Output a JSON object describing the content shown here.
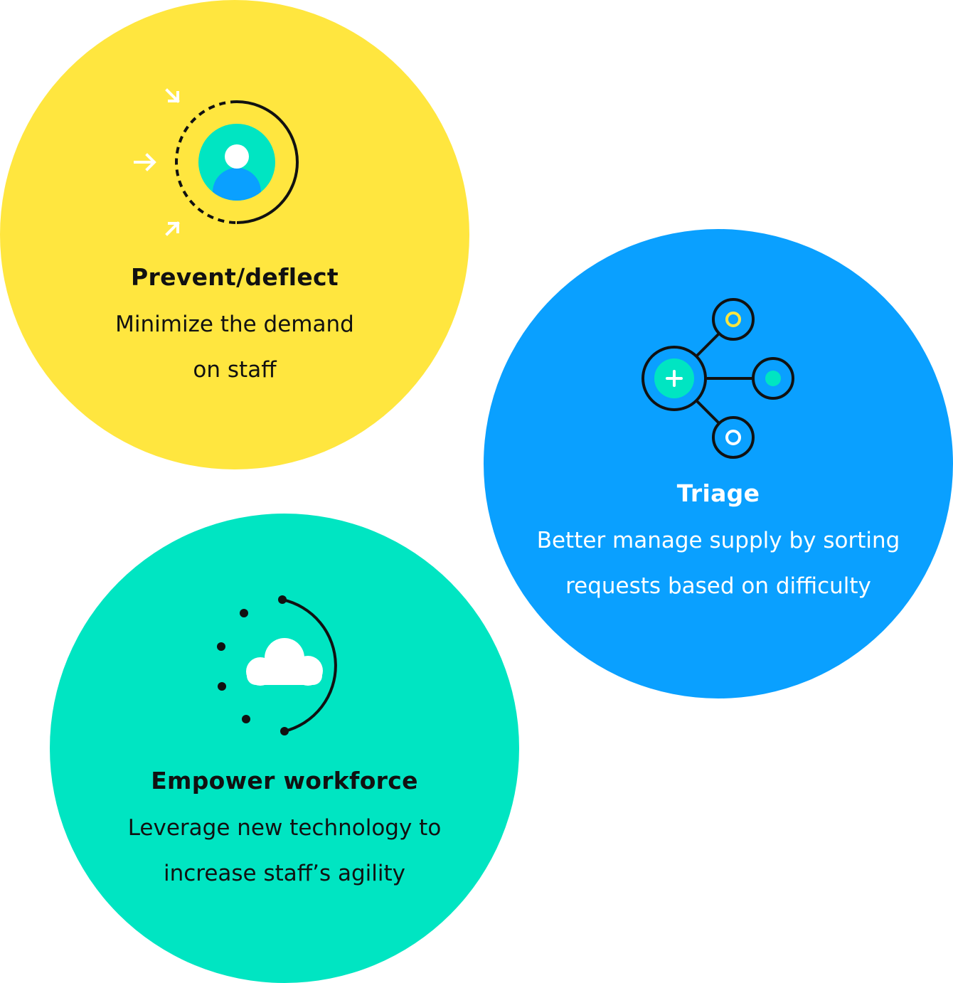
{
  "colors": {
    "yellow": "#FFE63F",
    "blue": "#0AA0FF",
    "teal": "#00E5C2",
    "ink": "#111111",
    "white": "#FFFFFF"
  },
  "cards": {
    "prevent": {
      "title": "Prevent/deflect",
      "description": "Minimize the demand on staff",
      "icon": "user-target-icon"
    },
    "triage": {
      "title": "Triage",
      "description": "Better manage supply by sorting requests based on difficulty",
      "icon": "triage-network-icon"
    },
    "empower": {
      "title": "Empower workforce",
      "description": "Leverage new technology to increase staff’s agility",
      "icon": "cloud-icon"
    }
  }
}
